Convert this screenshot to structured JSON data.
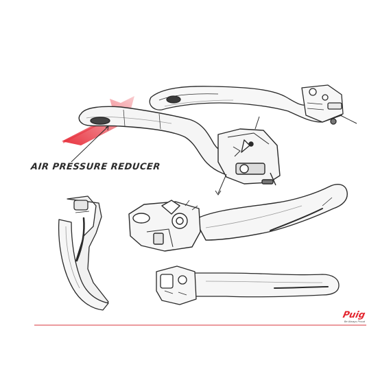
{
  "annotation": {
    "label": "AIR PRESSURE REDUCER"
  },
  "brand": {
    "name": "Puig",
    "tagline": "Be Always Proud"
  },
  "colors": {
    "accent_arrow": "#e8333f",
    "line": "#2a2a2a",
    "shade": "#bdbdbd",
    "divider": "#d9363e",
    "brand": "#e3262f"
  },
  "icons": [
    "arrow-icon",
    "leader-line",
    "logo-icon"
  ]
}
